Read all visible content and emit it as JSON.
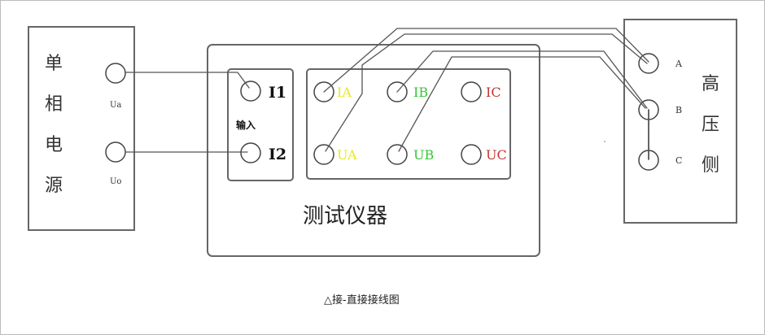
{
  "source": {
    "title_chars": [
      "单",
      "相",
      "电",
      "源"
    ],
    "terminal_a": "Ua",
    "terminal_b": "Uo"
  },
  "instrument": {
    "title": "测试仪器",
    "input_label": "输入",
    "inputs": [
      "I1",
      "I2"
    ],
    "current_terminals": [
      "IA",
      "IB",
      "IC"
    ],
    "voltage_terminals": [
      "UA",
      "UB",
      "UC"
    ]
  },
  "hv_side": {
    "title_chars": [
      "高",
      "压",
      "侧"
    ],
    "terminals": [
      "A",
      "B",
      "C"
    ]
  },
  "caption": "△接-直接接线图",
  "colors": {
    "phase_a": "#e8e82a",
    "phase_b": "#33c833",
    "phase_c": "#c83232",
    "line": "#555555"
  }
}
